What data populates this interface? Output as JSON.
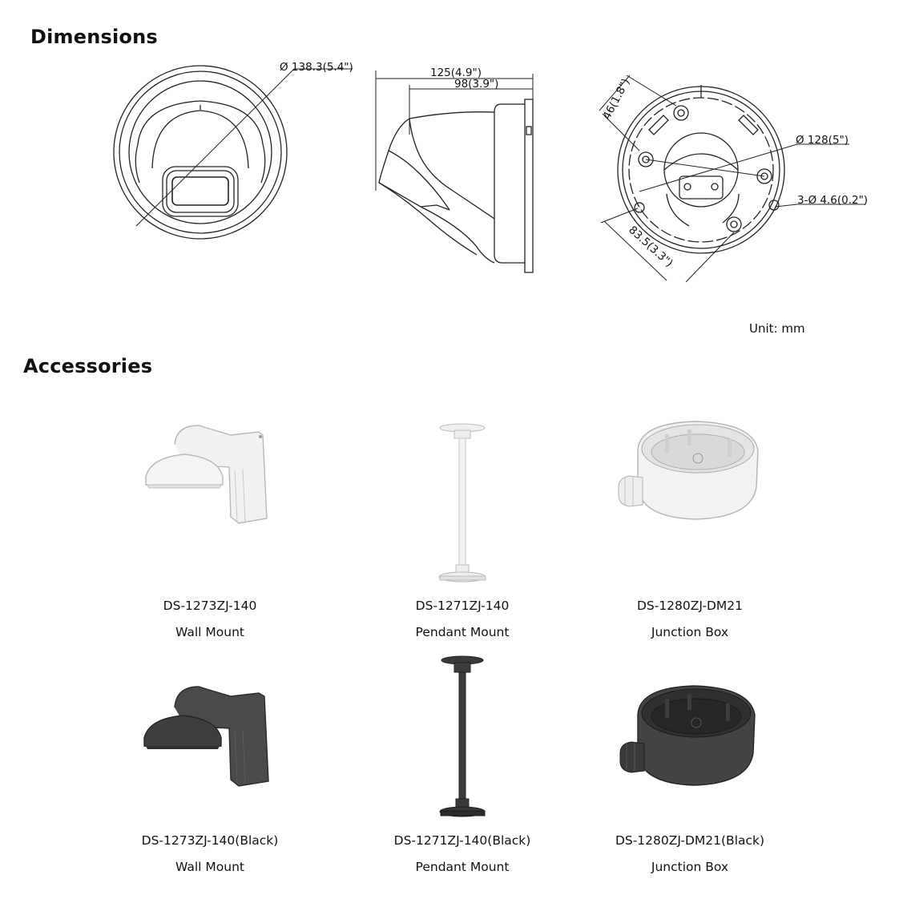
{
  "dimensions": {
    "heading": "Dimensions",
    "front_view": {
      "diameter_label": "Ø 138.3(5.4\")"
    },
    "side_view": {
      "depth_label": "125(4.9\")",
      "depth_inner_label": "98(3.9\")"
    },
    "base_view": {
      "hole_spacing_a_label": "46(1.8\")",
      "base_diameter_label": "Ø 128(5\")",
      "screw_hole_label": "3-Ø 4.6(0.2\")",
      "hole_spacing_b_label": "83.5(3.3\")"
    },
    "unit_label": "Unit: mm"
  },
  "accessories": {
    "heading": "Accessories",
    "items": [
      {
        "model": "DS-1273ZJ-140",
        "name": "Wall Mount",
        "finish": "white"
      },
      {
        "model": "DS-1271ZJ-140",
        "name": "Pendant Mount",
        "finish": "white"
      },
      {
        "model": "DS-1280ZJ-DM21",
        "name": "Junction Box",
        "finish": "white"
      },
      {
        "model": "DS-1273ZJ-140(Black)",
        "name": "Wall Mount",
        "finish": "black"
      },
      {
        "model": "DS-1271ZJ-140(Black)",
        "name": "Pendant Mount",
        "finish": "black"
      },
      {
        "model": "DS-1280ZJ-DM21(Black)",
        "name": "Junction Box",
        "finish": "black"
      }
    ]
  }
}
